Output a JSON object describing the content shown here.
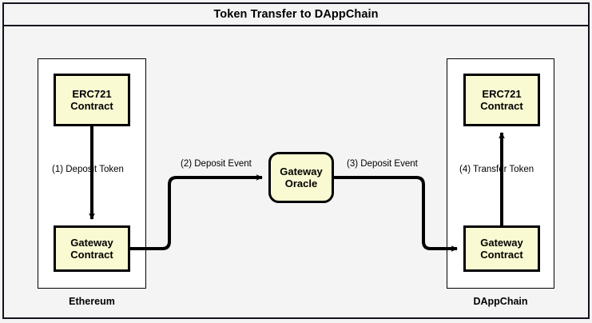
{
  "window": {
    "title": "Token Transfer to DAppChain"
  },
  "diagram": {
    "type": "sequence-flow",
    "chains": [
      {
        "id": "ethereum",
        "label": "Ethereum",
        "nodes": [
          {
            "id": "erc721-eth",
            "line1": "ERC721",
            "line2": "Contract"
          },
          {
            "id": "gateway-eth",
            "line1": "Gateway",
            "line2": "Contract"
          }
        ]
      },
      {
        "id": "dappchain",
        "label": "DAppChain",
        "nodes": [
          {
            "id": "erc721-dapp",
            "line1": "ERC721",
            "line2": "Contract"
          },
          {
            "id": "gateway-dapp",
            "line1": "Gateway",
            "line2": "Contract"
          }
        ]
      }
    ],
    "oracle": {
      "id": "gateway-oracle",
      "line1": "Gateway",
      "line2": "Oracle"
    },
    "edges": [
      {
        "step": "1",
        "label": "(1) Deposit Token",
        "from": "erc721-eth",
        "to": "gateway-eth"
      },
      {
        "step": "2",
        "label": "(2) Deposit Event",
        "from": "gateway-eth",
        "to": "gateway-oracle"
      },
      {
        "step": "3",
        "label": "(3) Deposit Event",
        "from": "gateway-oracle",
        "to": "gateway-dapp"
      },
      {
        "step": "4",
        "label": "(4) Transfer Token",
        "from": "gateway-dapp",
        "to": "erc721-dapp"
      }
    ]
  },
  "colors": {
    "page_background": "#f4f4f4",
    "frame_border": "#14121f",
    "node_fill": "#fafad2",
    "node_border": "#000000",
    "chain_fill": "#ffffff",
    "text": "#000000"
  }
}
